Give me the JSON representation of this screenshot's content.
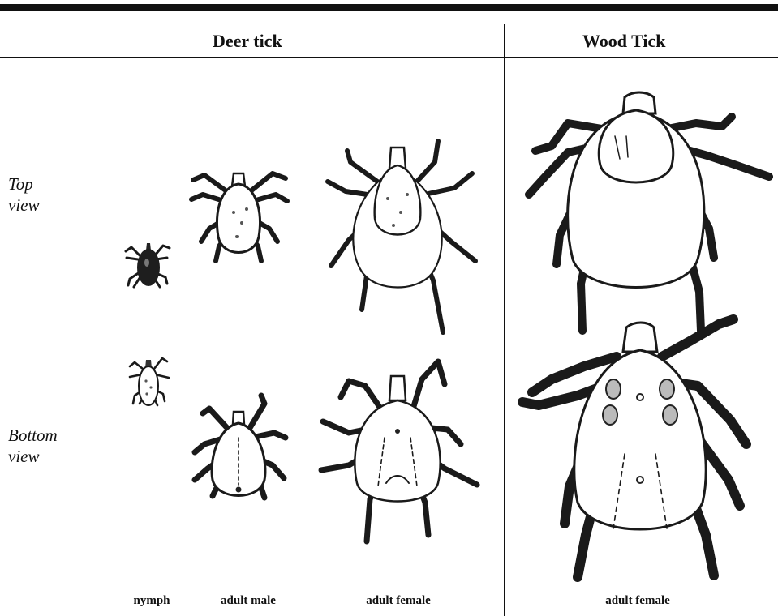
{
  "header": {
    "deer_tick": "Deer tick",
    "wood_tick": "Wood Tick"
  },
  "rows": {
    "top_line1": "Top",
    "top_line2": "view",
    "bottom_line1": "Bottom",
    "bottom_line2": "view"
  },
  "captions": {
    "nymph": "nymph",
    "adult_male": "adult male",
    "adult_female_deer": "adult female",
    "adult_female_wood": "adult female"
  }
}
